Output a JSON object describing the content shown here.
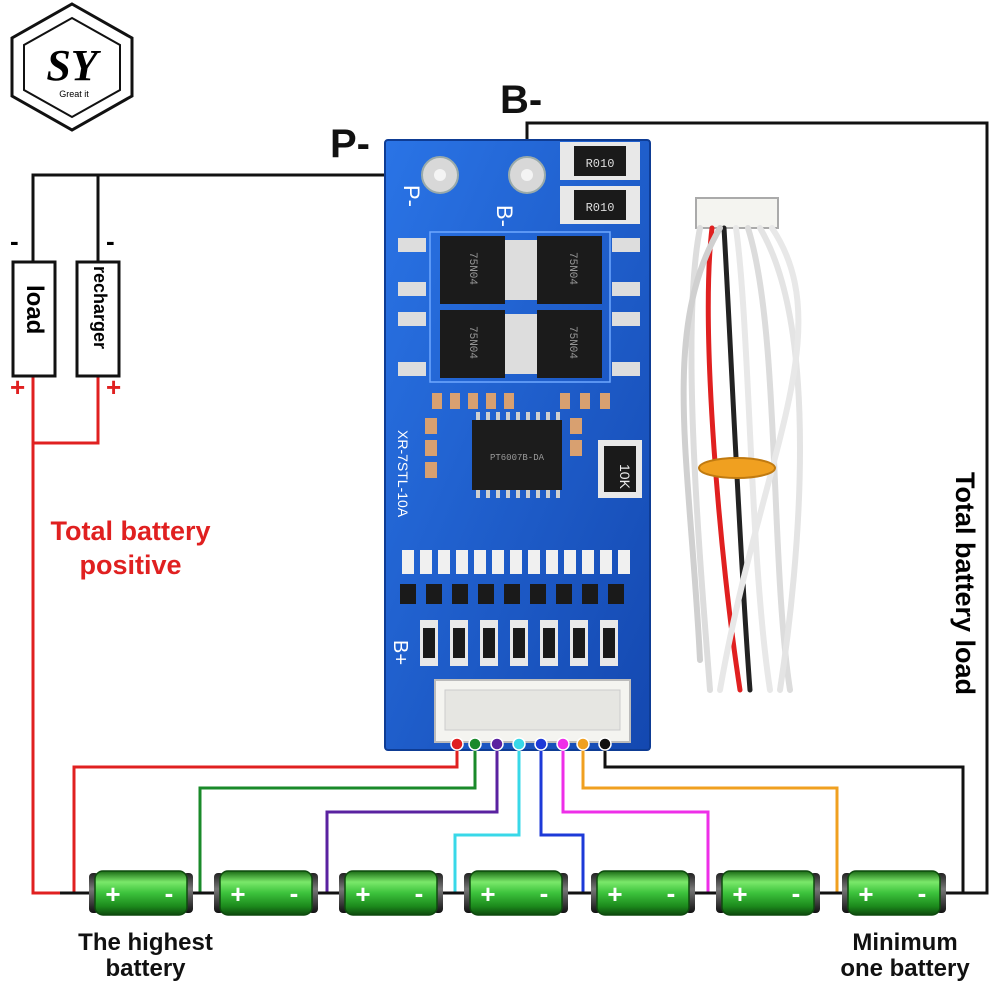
{
  "logo": {
    "letters": "SY",
    "tagline": "Great it"
  },
  "labels": {
    "p_minus": "P-",
    "b_minus": "B-",
    "load": "load",
    "recharger": "recharger",
    "total_positive_line1": "Total battery",
    "total_positive_line2": "positive",
    "total_load": "Total battery load",
    "highest_line1": "The highest",
    "highest_line2": "battery",
    "minimum_line1": "Minimum",
    "minimum_line2": "one battery",
    "minus": "-",
    "plus": "+"
  },
  "board": {
    "pad_p": "P-",
    "pad_b": "B-",
    "pad_bplus": "B+",
    "resistor_top": "R010",
    "mosfet_code": "75N04",
    "ic_code": "PT6007B-DA",
    "model": "XR-7STL-10A",
    "resistor_10k": "10K"
  },
  "battery_cell": {
    "plus": "+",
    "minus": "-"
  },
  "colors": {
    "wire_black": "#111111",
    "wire_red": "#e02020",
    "wire_green": "#1a8a2a",
    "wire_purple": "#5a22a0",
    "wire_cyan": "#38d8e8",
    "wire_blue": "#1d3ad8",
    "wire_magenta": "#ee2ee8",
    "wire_orange": "#f0a020",
    "board_blue": "#1a5ed0",
    "battery_green": "#36c23a"
  }
}
